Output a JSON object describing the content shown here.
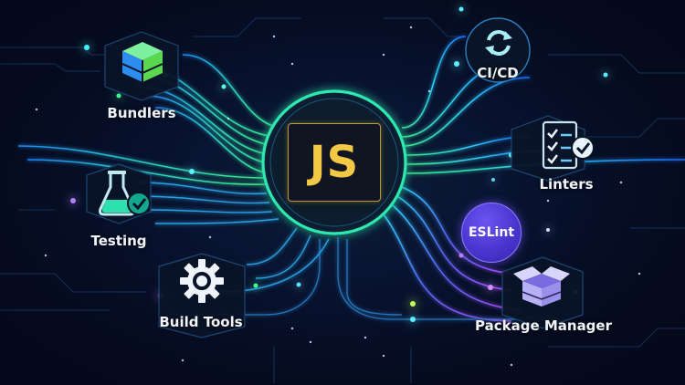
{
  "center": {
    "label": "JS",
    "icon": "javascript-logo",
    "ring_color": "#2de6a0",
    "text_color": "#f3c845"
  },
  "nodes": [
    {
      "id": "bundlers",
      "label": "Bundlers",
      "icon": "cube-icon",
      "side": "left"
    },
    {
      "id": "testing",
      "label": "Testing",
      "icon": "flask-check-icon",
      "side": "left"
    },
    {
      "id": "build-tools",
      "label": "Build Tools",
      "icon": "gear-icon",
      "side": "left"
    },
    {
      "id": "cicd",
      "label": "CI/CD",
      "icon": "cycle-arrows-icon",
      "side": "right"
    },
    {
      "id": "linters",
      "label": "Linters",
      "icon": "checklist-icon",
      "side": "right"
    },
    {
      "id": "eslint",
      "label": "ESLint",
      "icon": "eslint-badge",
      "side": "right"
    },
    {
      "id": "package-manager",
      "label": "Package Manager",
      "icon": "open-box-icon",
      "side": "right"
    }
  ],
  "colors": {
    "background": "#060a1c",
    "circuit_green": "#3cf08c",
    "circuit_cyan": "#2fd6ff",
    "circuit_blue": "#2c7bff",
    "circuit_purple": "#a24dff",
    "eslint_purple": "#4a36cf"
  }
}
